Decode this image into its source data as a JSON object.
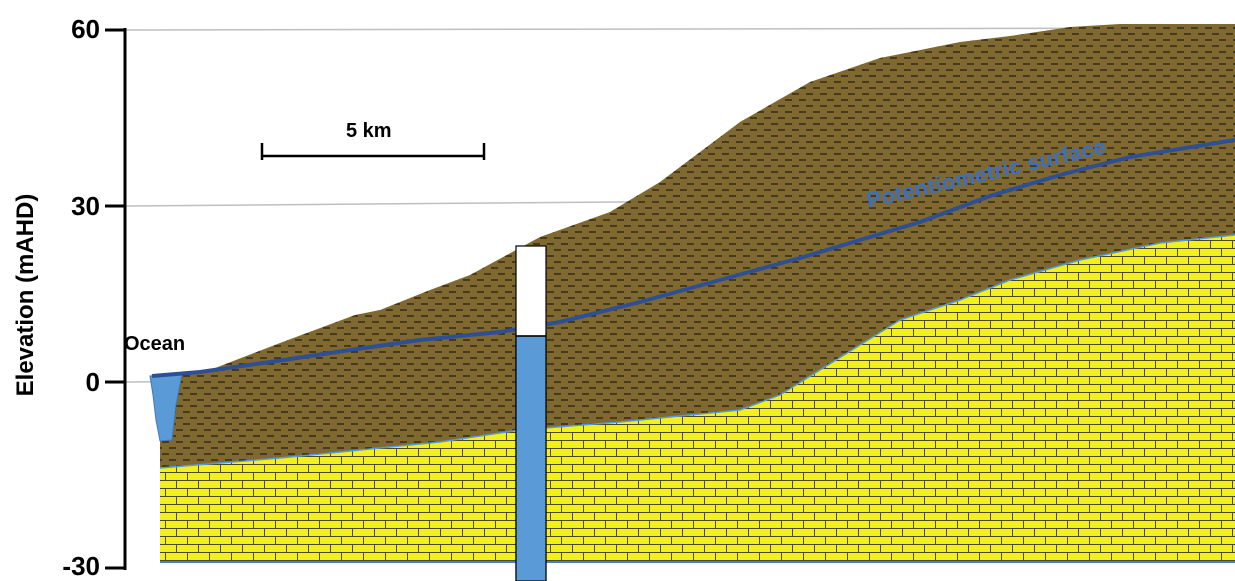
{
  "axis": {
    "title": "Elevation  (mAHD)",
    "ticks": [
      "60",
      "30",
      "0",
      "-30"
    ]
  },
  "labels": {
    "ocean": "Ocean",
    "scale_bar": "5 km",
    "potentiometric_surface": "Potentiometric surface"
  },
  "colors": {
    "clay_layer": "#7f6930",
    "limestone_layer": "#f2f21a",
    "water": "#5a9ad6",
    "potentiometric_line": "#2f4f94",
    "potentiometric_text": "#3e6fbf",
    "gridline": "#bfbfbf"
  }
}
